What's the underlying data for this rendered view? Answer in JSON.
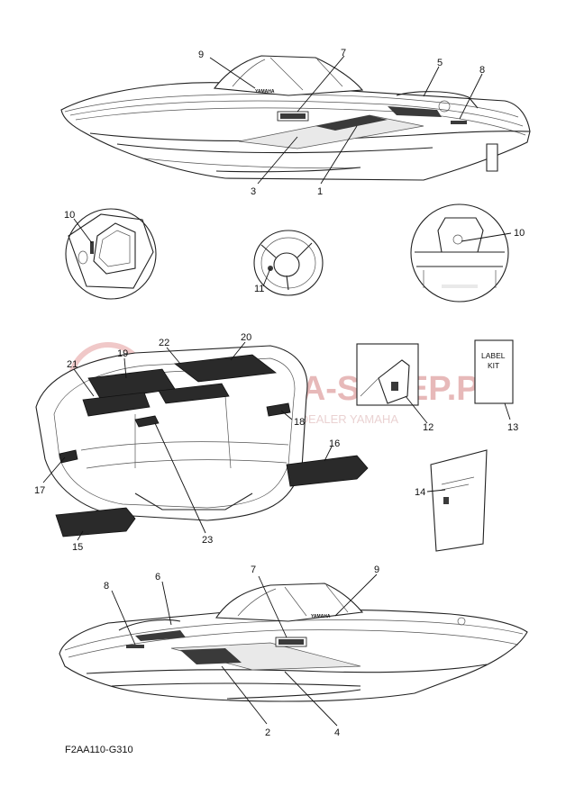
{
  "diagram_code": "F2AA110-G310",
  "label_kit_box": {
    "line1": "LABEL",
    "line2": "KIT"
  },
  "decal_text": {
    "brand": "YAMAHA"
  },
  "watermark": {
    "main": "YAMAHA-SKLEP.PL",
    "sub": "WOJCIECH LEWICZ | DEALER YAMAHA"
  },
  "callouts": {
    "top_boat": [
      "9",
      "7",
      "5",
      "8",
      "3",
      "1"
    ],
    "detail_left": "10",
    "detail_wheel": "11",
    "detail_right": "10",
    "deck": [
      "19",
      "22",
      "20",
      "21",
      "18",
      "16",
      "17",
      "15",
      "23"
    ],
    "part_12": "12",
    "part_13": "13",
    "part_14": "14",
    "bottom_boat": [
      "7",
      "9",
      "8",
      "6",
      "2",
      "4"
    ]
  }
}
